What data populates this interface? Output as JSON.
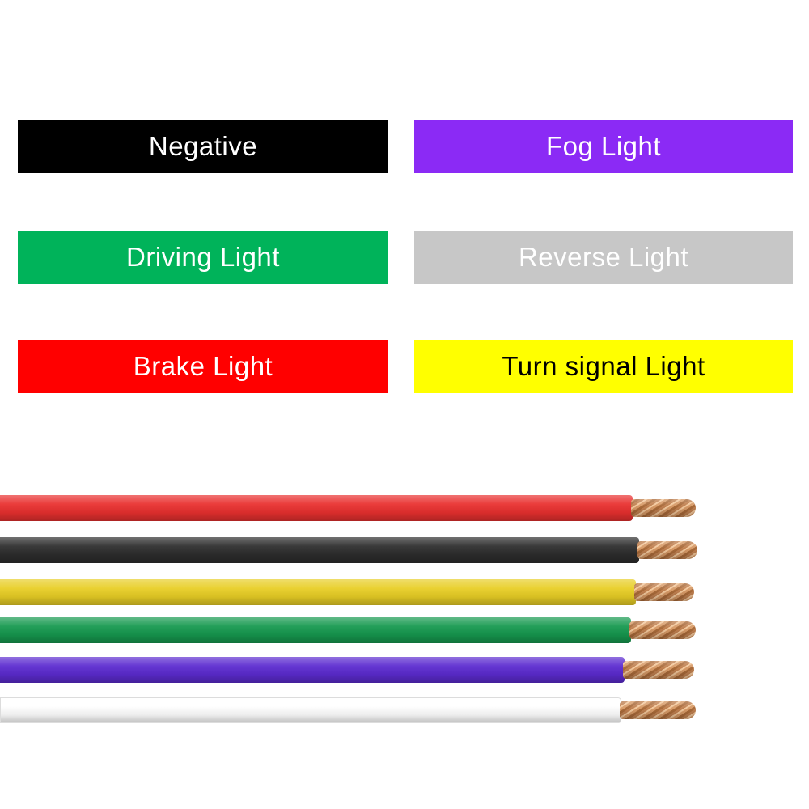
{
  "legend": {
    "items": [
      {
        "label": "Negative",
        "bg": "#000000",
        "fg": "#ffffff"
      },
      {
        "label": "Fog Light",
        "bg": "#8b2af5",
        "fg": "#ffffff"
      },
      {
        "label": "Driving Light",
        "bg": "#00b35a",
        "fg": "#ffffff"
      },
      {
        "label": "Reverse Light",
        "bg": "#c7c7c7",
        "fg": "#ffffff"
      },
      {
        "label": "Brake Light",
        "bg": "#ff0000",
        "fg": "#ffffff"
      },
      {
        "label": "Turn signal Light",
        "bg": "#ffff00",
        "fg": "#000000"
      }
    ]
  },
  "wires": {
    "copper_color": "#cd9060",
    "items": [
      {
        "name": "red-wire",
        "function": "Brake Light",
        "color": "#e9302f"
      },
      {
        "name": "black-wire",
        "function": "Negative",
        "color": "#2d2d2d"
      },
      {
        "name": "yellow-wire",
        "function": "Turn signal Light",
        "color": "#e8ce25"
      },
      {
        "name": "green-wire",
        "function": "Driving Light",
        "color": "#16994f"
      },
      {
        "name": "purple-wire",
        "function": "Fog Light",
        "color": "#5c2bd0"
      },
      {
        "name": "white-wire",
        "function": "Reverse Light",
        "color": "#ffffff"
      }
    ]
  }
}
